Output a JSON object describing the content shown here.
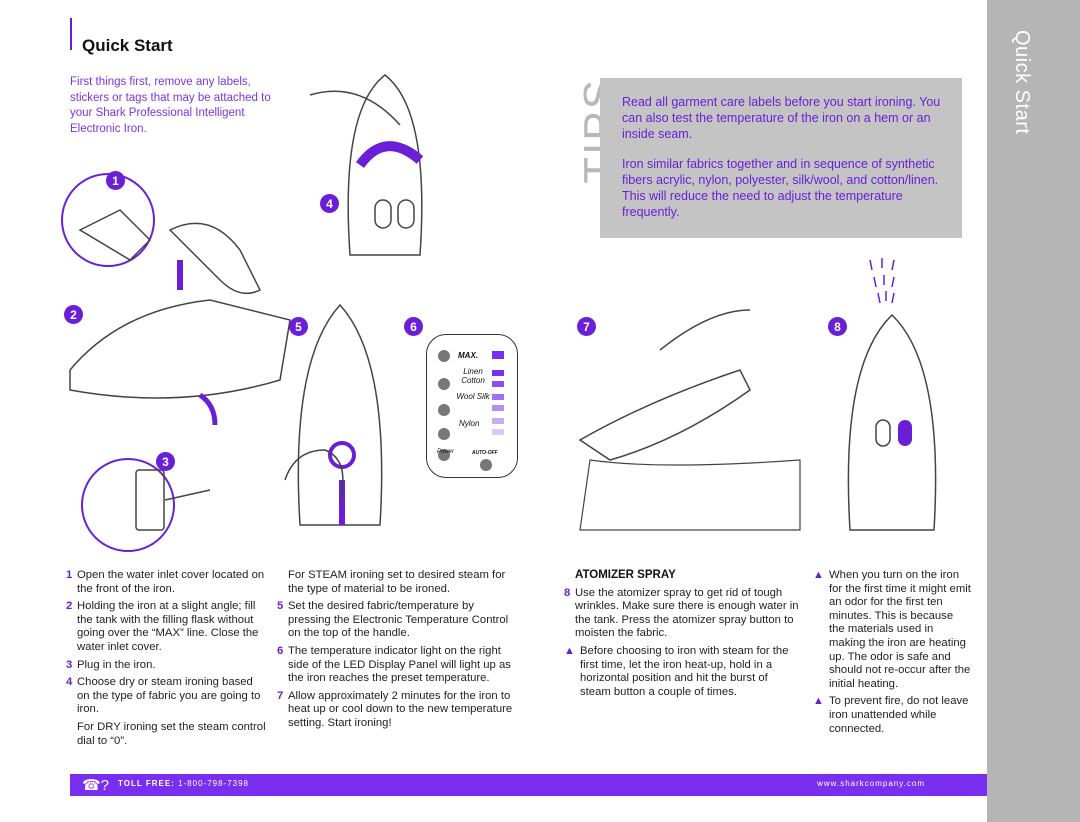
{
  "page": {
    "title": "Quick Start",
    "side_title": "Quick Start",
    "intro": "First things first, remove any labels, stickers or tags that may be attached to your Shark Professional Intelligent Electronic Iron."
  },
  "tips": {
    "label": "TIPS",
    "paragraphs": [
      "Read all garment care labels before you start ironing. You can also test the temperature of the iron on a hem or an inside seam.",
      "Iron similar fabrics together and in sequence of synthetic fibers acrylic, nylon, polyester, silk/wool, and cotton/linen. This will reduce the need to adjust the temperature frequently."
    ]
  },
  "step_badges": [
    "1",
    "2",
    "3",
    "4",
    "5",
    "6",
    "7",
    "8"
  ],
  "led_panel": {
    "rows": [
      "MAX.",
      "Linen Cotton",
      "Wool Silk",
      "Nylon"
    ],
    "power": "Power",
    "auto_off": "AUTO-OFF"
  },
  "col1": {
    "items": [
      {
        "n": "1",
        "text": "Open the water inlet cover located on the front of the iron."
      },
      {
        "n": "2",
        "text": "Holding the iron at a slight angle; fill the tank with the filling flask without going over the “MAX” line.  Close the water inlet cover."
      },
      {
        "n": "3",
        "text": "Plug in the iron."
      },
      {
        "n": "4",
        "text": "Choose dry or steam ironing based on the type of fabric you are going to iron."
      }
    ],
    "note": "For DRY ironing set the steam control dial to “0”."
  },
  "col2": {
    "note": "For STEAM ironing set to desired steam for the type of material to be ironed.",
    "items": [
      {
        "n": "5",
        "text": "Set the desired fabric/temperature by pressing the Electronic Temperature Control on the top of the handle."
      },
      {
        "n": "6",
        "text": "The temperature indicator light on the right side of the LED Display Panel will light up as the iron reaches the preset temperature."
      },
      {
        "n": "7",
        "text": "Allow approximately 2 minutes for the iron to heat up or cool down to the new temperature setting. Start ironing!"
      }
    ]
  },
  "col3": {
    "heading": "ATOMIZER SPRAY",
    "item8": {
      "n": "8",
      "text": "Use the atomizer spray to get rid of tough wrinkles. Make sure there is enough water in the tank. Press the atomizer spray button to moisten the fabric."
    },
    "warning": "Before choosing to iron with steam for the first time, let the iron heat-up, hold in a horizontal position and hit the burst of steam button a couple of times."
  },
  "col4": {
    "warnings": [
      "When you turn on the iron for the first time it might emit an odor for the first ten minutes. This is because the materials used in making the iron are heating up. The odor is safe and should not re-occur after the initial heating.",
      "To prevent fire, do not leave iron unattended while connected."
    ]
  },
  "footer": {
    "toll_label": "TOLL FREE:",
    "toll_number": "1-800-798-7398",
    "website": "www.sharkcompany.com"
  },
  "colors": {
    "accent": "#6a1fd6",
    "band": "#b5b5b5",
    "tips_box": "#c4c4c4"
  }
}
